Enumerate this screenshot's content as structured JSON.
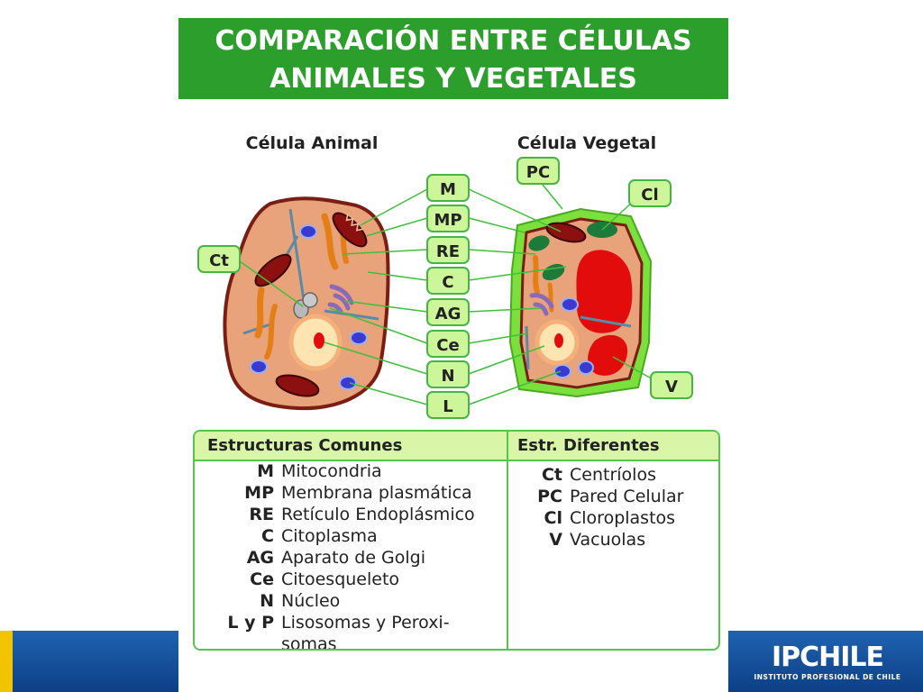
{
  "title": {
    "line1": "COMPARACIÓN ENTRE CÉLULAS",
    "line2": "ANIMALES Y VEGETALES"
  },
  "diagram": {
    "animal_label": "Célula Animal",
    "plant_label": "Célula Vegetal",
    "center_labels": [
      "M",
      "MP",
      "RE",
      "C",
      "AG",
      "Ce",
      "N",
      "L"
    ],
    "ct_label": "Ct",
    "pc_label": "PC",
    "cl_label": "Cl",
    "v_label": "V",
    "colors": {
      "label_fill": "#cdf59a",
      "label_border": "#47b545",
      "leader_line": "#3fc03a",
      "cytoplasm": "#e9a37a",
      "membrane": "#7a1e14",
      "cell_wall": "#7be03c",
      "vacuole": "#e30c0c",
      "chloroplast": "#1c7a3a"
    }
  },
  "table": {
    "common_header": "Estructuras Comunes",
    "diff_header": "Estr. Diferentes",
    "common": [
      {
        "code": "M",
        "name": "Mitocondria"
      },
      {
        "code": "MP",
        "name": "Membrana plasmática"
      },
      {
        "code": "RE",
        "name": "Retículo Endoplásmico"
      },
      {
        "code": "C",
        "name": "Citoplasma"
      },
      {
        "code": "AG",
        "name": "Aparato de Golgi"
      },
      {
        "code": "Ce",
        "name": "Citoesqueleto"
      },
      {
        "code": "N",
        "name": "Núcleo"
      },
      {
        "code": "L y P",
        "name": "Lisosomas y Peroxi-"
      },
      {
        "code": "",
        "name": "somas"
      }
    ],
    "different": [
      {
        "code": "Ct",
        "name": "Centríolos"
      },
      {
        "code": "PC",
        "name": "Pared Celular"
      },
      {
        "code": "Cl",
        "name": "Cloroplastos"
      },
      {
        "code": "V",
        "name": "Vacuolas"
      }
    ]
  },
  "brand": {
    "name": "IPCHILE",
    "subtitle": "INSTITUTO PROFESIONAL DE CHILE",
    "band_color": "#1a5aa6",
    "stripe_color": "#f2c300"
  }
}
